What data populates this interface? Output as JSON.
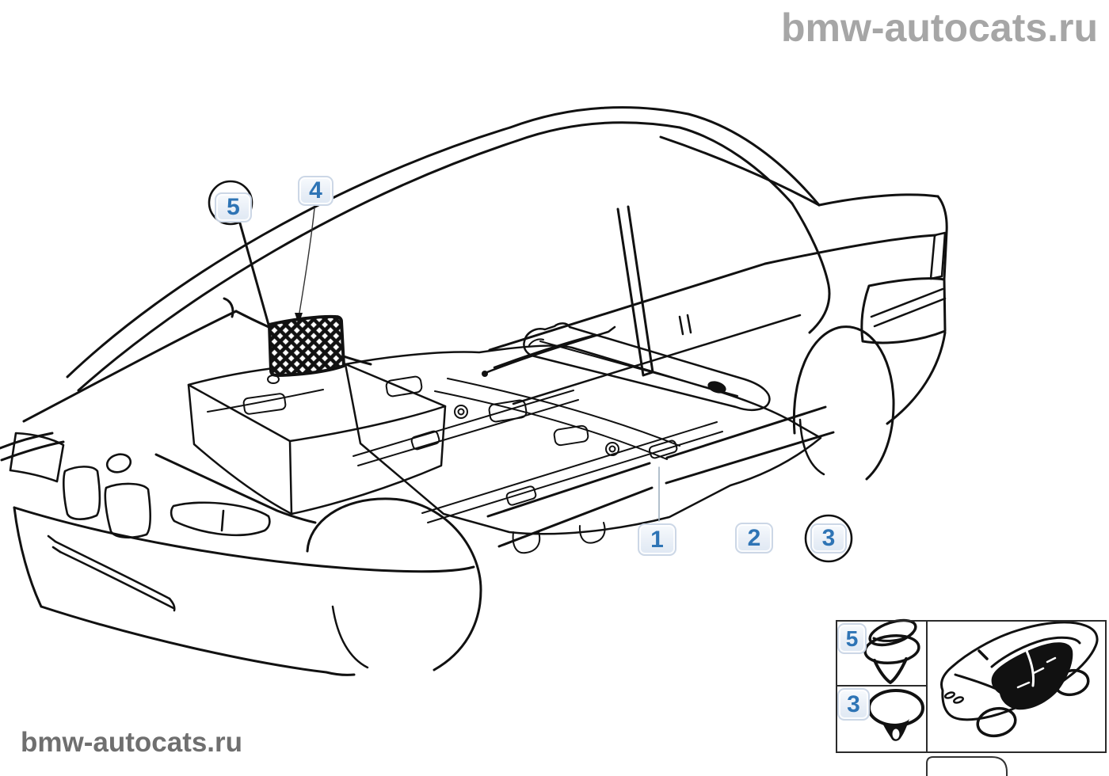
{
  "watermarks": {
    "top_right": "bmw-autocats.ru",
    "bottom_left": "bmw-autocats.ru"
  },
  "callouts": {
    "main": [
      {
        "id": "5",
        "label": "5",
        "circled": true
      },
      {
        "id": "4",
        "label": "4",
        "circled": false
      },
      {
        "id": "1",
        "label": "1",
        "circled": false
      },
      {
        "id": "2",
        "label": "2",
        "circled": false
      },
      {
        "id": "3",
        "label": "3",
        "circled": true
      }
    ],
    "inset": [
      {
        "id": "5",
        "label": "5"
      },
      {
        "id": "3",
        "label": "3"
      }
    ]
  },
  "diagram": {
    "subject": "floor-covering-parts-diagram",
    "inset_items": [
      "expanding-rivet-clip",
      "oval-head-clip",
      "car-location-thumbnail"
    ]
  },
  "colors": {
    "accent_blue": "#2e74b5",
    "badge_border": "#ccd7e6",
    "badge_background": "#edf2f9",
    "line_art": "#111111",
    "watermark_top": "#a6a6a6",
    "watermark_bottom": "#6f6f6f"
  }
}
